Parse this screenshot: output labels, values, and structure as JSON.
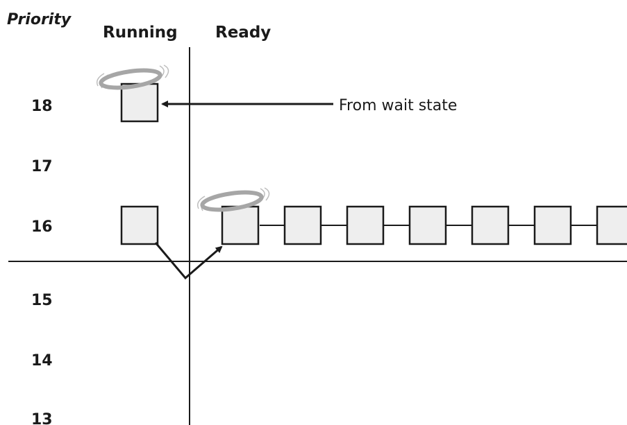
{
  "axis_label": "Priority",
  "columns": {
    "running": "Running",
    "ready": "Ready"
  },
  "priority_levels": [
    "18",
    "17",
    "16",
    "15",
    "14",
    "13"
  ],
  "annotation": "From wait state",
  "colors": {
    "line": "#1a1a1a",
    "box_fill": "#eeeeee",
    "halo": "#a6a6a6",
    "halo_light": "#bdbdbd"
  }
}
